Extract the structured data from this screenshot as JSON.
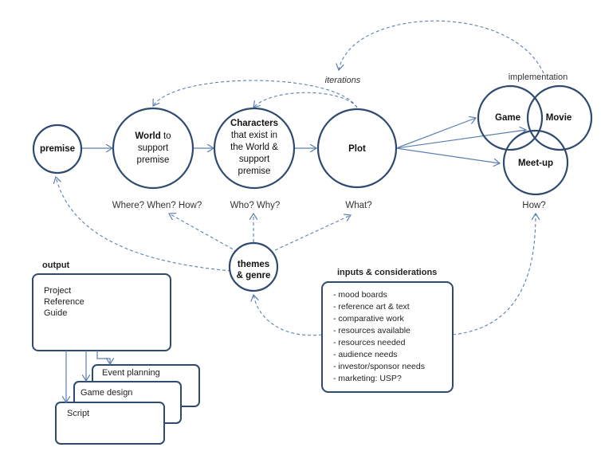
{
  "nodes": {
    "premise": "premise",
    "world_bold": "World",
    "world_rest1": "to",
    "world_rest2": "support",
    "world_rest3": "premise",
    "characters_bold": "Characters",
    "characters_l2": "that exist in",
    "characters_l3": "the World &",
    "characters_l4": "support",
    "characters_l5": "premise",
    "plot": "Plot",
    "game": "Game",
    "movie": "Movie",
    "meetup": "Meet-up",
    "themes_l1": "themes",
    "themes_l2": "& genre"
  },
  "labels": {
    "iterations": "iterations",
    "implementation": "implementation",
    "q_world": "Where? When? How?",
    "q_characters": "Who? Why?",
    "q_plot": "What?",
    "q_impl": "How?"
  },
  "output": {
    "title": "output",
    "guide_l1": "Project",
    "guide_l2": "Reference",
    "guide_l3": "Guide",
    "event": "Event planning",
    "game_design": "Game design",
    "script": "Script"
  },
  "inputs": {
    "title": "inputs & considerations",
    "items": [
      "- mood boards",
      "- reference art & text",
      "- comparative work",
      "- resources available",
      "- resources needed",
      "- audience needs",
      "- investor/sponsor needs",
      "- marketing: USP?"
    ]
  },
  "colors": {
    "stroke": "#2e4a6e",
    "arrow": "#5b7fb0"
  }
}
